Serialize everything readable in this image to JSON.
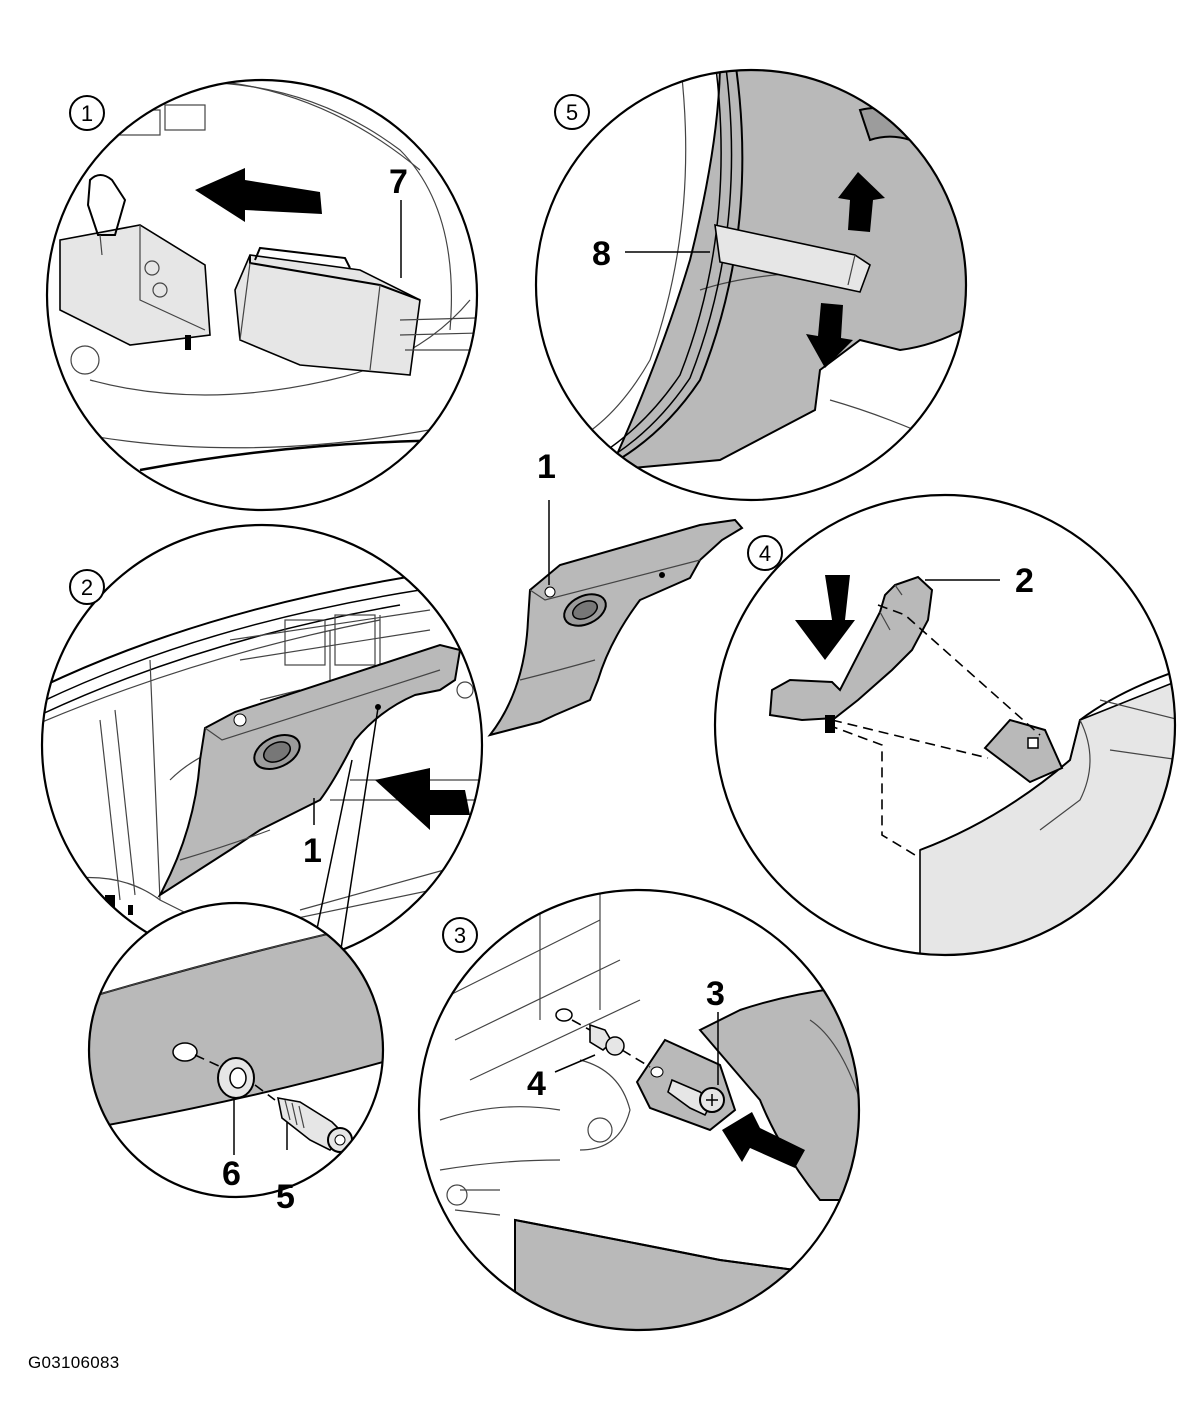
{
  "steps": {
    "s1": "1",
    "s2": "2",
    "s3": "3",
    "s4": "4",
    "s5": "5"
  },
  "parts": {
    "p1_center": "1",
    "p1_detail2": "1",
    "p2": "2",
    "p3": "3",
    "p4": "4",
    "p5": "5",
    "p6": "6",
    "p7": "7",
    "p8": "8"
  },
  "document_id": "G03106083"
}
